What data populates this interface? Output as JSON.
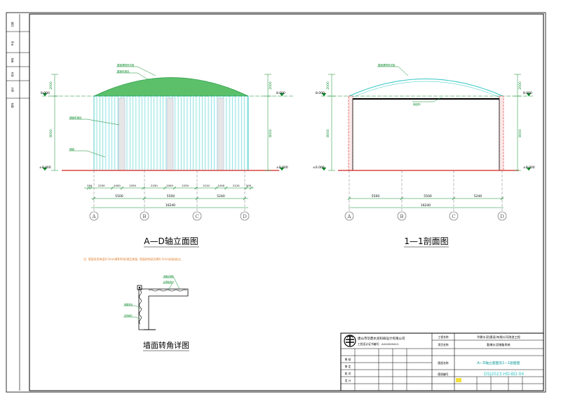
{
  "left_strip_labels": [
    "日期",
    "专业",
    "审核",
    "校对",
    "设计",
    "图号"
  ],
  "elevation": {
    "title": "A—D轴立面图",
    "levels": {
      "top": "2000",
      "mid": "8.000",
      "height": "8000",
      "ground": "±0.000"
    },
    "callouts": [
      "屋面透明采光板",
      "屋面彩钢瓦",
      "墙面彩钢瓦",
      "墙面"
    ],
    "top_dims": [
      "250",
      "2250",
      "1000",
      "2250",
      "2250",
      "1000",
      "2250",
      "2120",
      "1000",
      "2120",
      "500"
    ],
    "bottom_dims": [
      "5500",
      "5500",
      "5240"
    ],
    "total": "16240",
    "axes": [
      "A",
      "B",
      "C",
      "D"
    ]
  },
  "section": {
    "title": "1—1剖面图",
    "levels": {
      "top": "2000",
      "mid": "8.000",
      "height": "8000",
      "ground": "±0.000"
    },
    "callouts": [
      "屋面透明采光板",
      "钢结构"
    ],
    "bottom_dims": [
      "5500",
      "5500",
      "5240"
    ],
    "total": "16240",
    "axes": [
      "A",
      "B",
      "C",
      "D"
    ]
  },
  "note": "注: 墙面采用单层0.5mm厚BXD彩钢瓦楞板, 墙面转角采用厚0.5mm彩板收边。",
  "detail": {
    "title": "墙面转角详图",
    "labels": [
      "彩钢板收边",
      "墙面彩钢板",
      "墙面收边",
      "自攻螺钉"
    ]
  },
  "title_block": {
    "company": "唐山市华鼎水泥科研设计有限公司",
    "license": "工程设计证书编号：A242005412",
    "project_label": "工程名称",
    "project_value": "华鼎水泥(唐县)有限公司改造工程",
    "item_label": "项目名称",
    "item_value": "勤增水泥储备系统",
    "drawing_label": "图纸名称",
    "drawing_value": "A—D轴立面图及1—1剖面图",
    "rows": [
      "审 核",
      "审 定",
      "校 对",
      "设 计"
    ],
    "number_label": "图纸编号",
    "number_value": "DSJ2023-HD-BD-04"
  }
}
